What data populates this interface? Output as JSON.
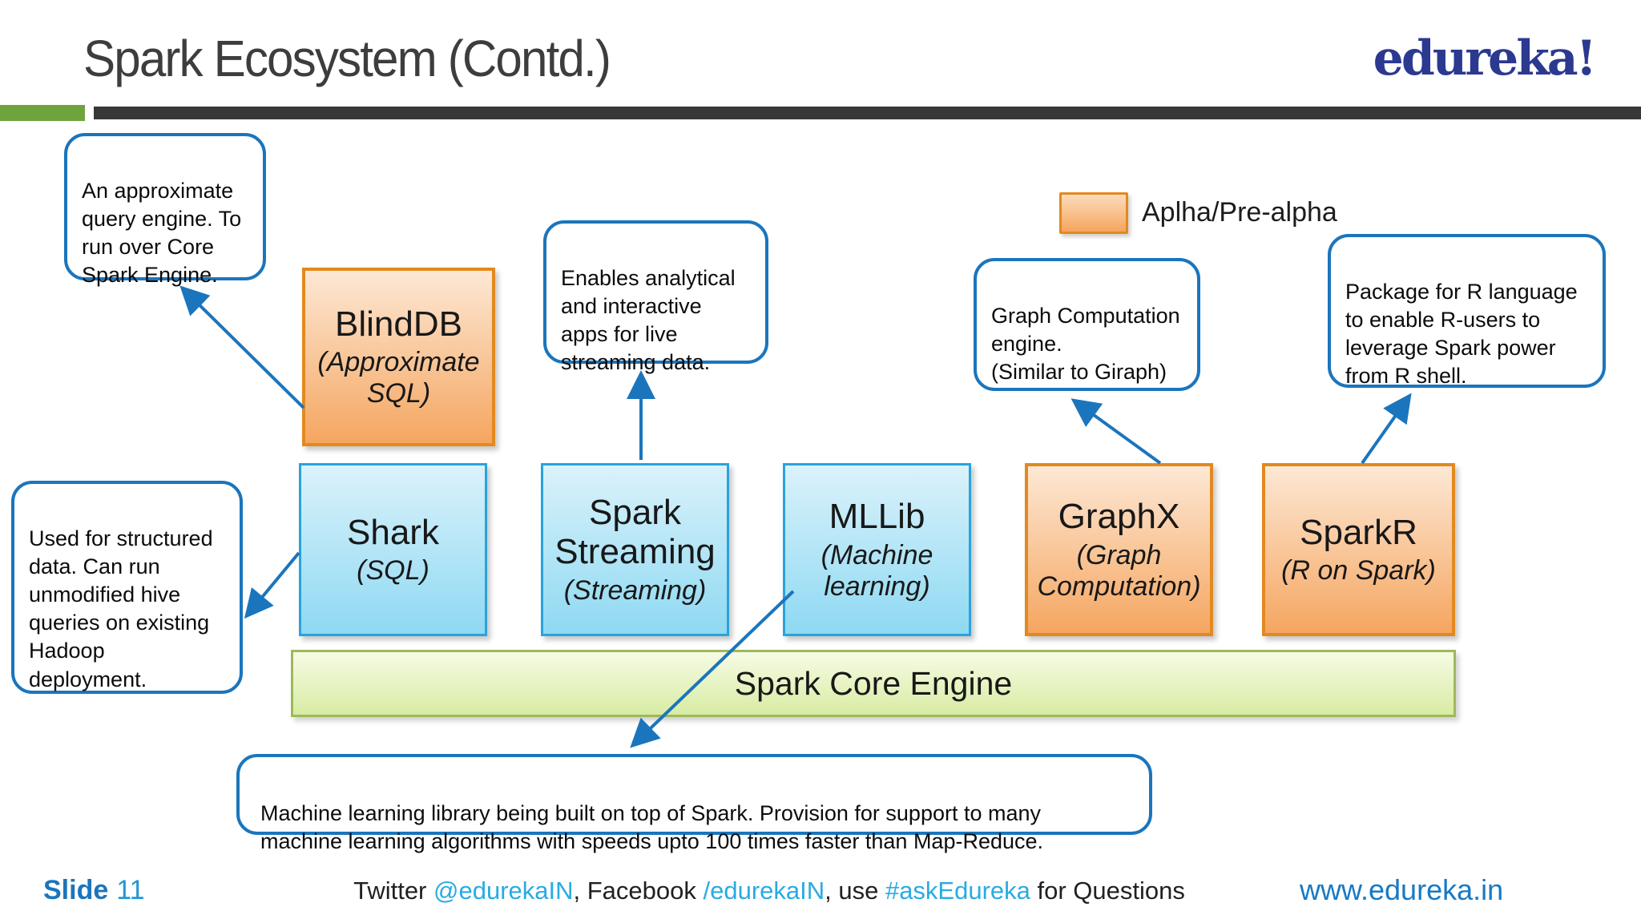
{
  "slide": {
    "title": "Spark Ecosystem (Contd.)",
    "logo_text": "edureka!"
  },
  "legend": {
    "label": "Aplha/Pre-alpha"
  },
  "boxes": [
    {
      "name": "BlindDB",
      "subtitle": "(Approximate SQL)",
      "variant": "orange"
    },
    {
      "name": "Shark",
      "subtitle": "(SQL)",
      "variant": "blue"
    },
    {
      "name": "Spark Streaming",
      "subtitle": "(Streaming)",
      "variant": "blue"
    },
    {
      "name": "MLLib",
      "subtitle": "(Machine learning)",
      "variant": "blue"
    },
    {
      "name": "GraphX",
      "subtitle": "(Graph Computation)",
      "variant": "orange"
    },
    {
      "name": "SparkR",
      "subtitle": "(R on Spark)",
      "variant": "orange"
    }
  ],
  "core_engine_label": "Spark Core Engine",
  "callouts": {
    "blinddb": "An approximate query engine. To run over Core Spark Engine.",
    "streaming": "Enables analytical and interactive apps for live streaming data.",
    "graphx": "Graph Computation engine.\n(Similar to Giraph)",
    "sparkr": "Package for R language to enable R-users to leverage Spark power from R shell.",
    "shark": "Used for structured data. Can run unmodified hive queries on existing Hadoop deployment.",
    "mllib": "Machine learning library being built on top of Spark. Provision for support to many machine learning  algorithms with speeds upto 100 times faster than Map-Reduce."
  },
  "footer": {
    "slide_label": "Slide",
    "slide_number": "11",
    "center": {
      "t1": "Twitter ",
      "twitter_handle": "@edurekaIN",
      "t2": ", Facebook ",
      "facebook_handle": "/edurekaIN",
      "t3": ", use ",
      "hashtag": "#askEdureka",
      "t4": " for Questions"
    },
    "website": "www.edureka.in"
  },
  "colors": {
    "arrow_blue": "#1b75bc",
    "callout_border_blue": "#1b75bc",
    "orange_box_border": "#e2891f",
    "blue_box_border": "#29a3dc",
    "green_bar_border": "#9eb95c",
    "header_rule": "#38383a",
    "header_accent_green": "#6fa33d",
    "logo_blue": "#2b3990",
    "link_light_blue": "#29abe2",
    "website_blue": "#1779c4"
  }
}
